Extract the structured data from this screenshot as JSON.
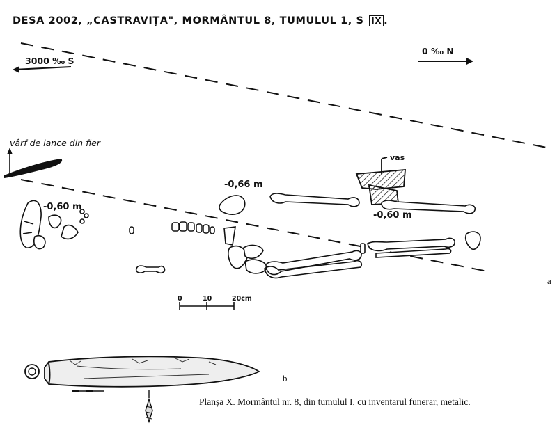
{
  "title": {
    "text": "DESA 2002, „CASTRAVIȚA\", MORMÂNTUL 8, TUMULUL 1, S",
    "section": "IX",
    "tail": "."
  },
  "orientation": {
    "left": "3000 ‰ S",
    "right": "0 ‰ N"
  },
  "labels": {
    "lance": "vârf de lance din fier",
    "depth_066": "-0,66 m",
    "depth_060_skull": "-0,60 m",
    "depth_060_right": "-0,60 m",
    "vas": "vas"
  },
  "scale_bar": {
    "ticks": [
      "0",
      "10",
      "20cm"
    ]
  },
  "panel_labels": {
    "a": "a",
    "b": "b"
  },
  "caption": "Planșa X. Mormântul nr. 8, din tumulul I,  cu inventarul funerar, metalic.",
  "colors": {
    "ink": "#111111",
    "background": "#ffffff"
  }
}
